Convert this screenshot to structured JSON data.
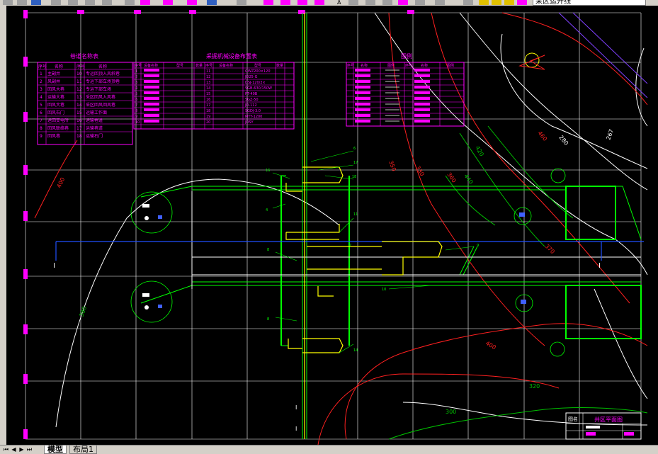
{
  "toolbar": {
    "layer_value": "采区运开线",
    "text_style_label": "A"
  },
  "tables": {
    "t1": {
      "title": "巷道名称表",
      "headers": [
        "序号",
        "名称",
        "序号",
        "名称"
      ],
      "rows": [
        [
          "1",
          "主副井",
          "10",
          "专运回顶入风斜巷"
        ],
        [
          "2",
          "风副井",
          "11",
          "专运下部车场顶巷"
        ],
        [
          "3",
          "回风大巷",
          "12",
          "专运下部车场"
        ],
        [
          "4",
          "运输大巷",
          "13",
          "采区回风入风巷"
        ],
        [
          "5",
          "回风大巷",
          "14",
          "采区回风回风巷"
        ],
        [
          "6",
          "回风石门",
          "15",
          "运输工作面"
        ],
        [
          "7",
          "运回变电所",
          "16",
          "运输巷道"
        ],
        [
          "8",
          "回风联络巷",
          "17",
          "运输巷道"
        ],
        [
          "9",
          "回风巷",
          "18",
          "运输石门"
        ]
      ]
    },
    "t2": {
      "title": "采掘机械设备布置表",
      "headers": [
        "序号",
        "设备名称",
        "型号",
        "数量",
        "序号",
        "设备名称",
        "型号",
        "数量"
      ],
      "right_models": [
        "GWZ200×120",
        "JD25-G",
        "DSJ-120/2×",
        "SGB-630/150W",
        "PT-40B",
        "SGZ-50",
        "JD-112",
        "SGDJ-3.0",
        "MTY-1200",
        "JDSY"
      ]
    },
    "t3": {
      "title": "图例",
      "headers": [
        "序号",
        "名称",
        "图例",
        "序号",
        "名称",
        "图例"
      ]
    }
  },
  "contours": {
    "c400": "400",
    "c380": "380",
    "c350": "350",
    "c330": "330",
    "c360": "360",
    "c420": "420",
    "c440": "440",
    "c460": "460",
    "c300": "300",
    "c320": "320",
    "c400b": "400",
    "c370": "370",
    "c280": "280",
    "c267": "267"
  },
  "markers": {
    "m1": "I",
    "m2": "I",
    "m3": "I",
    "m4": "I"
  },
  "title_block": {
    "label": "图名",
    "title": "井区平面图"
  },
  "tabs": {
    "model": "模型",
    "layout": "布局1"
  }
}
